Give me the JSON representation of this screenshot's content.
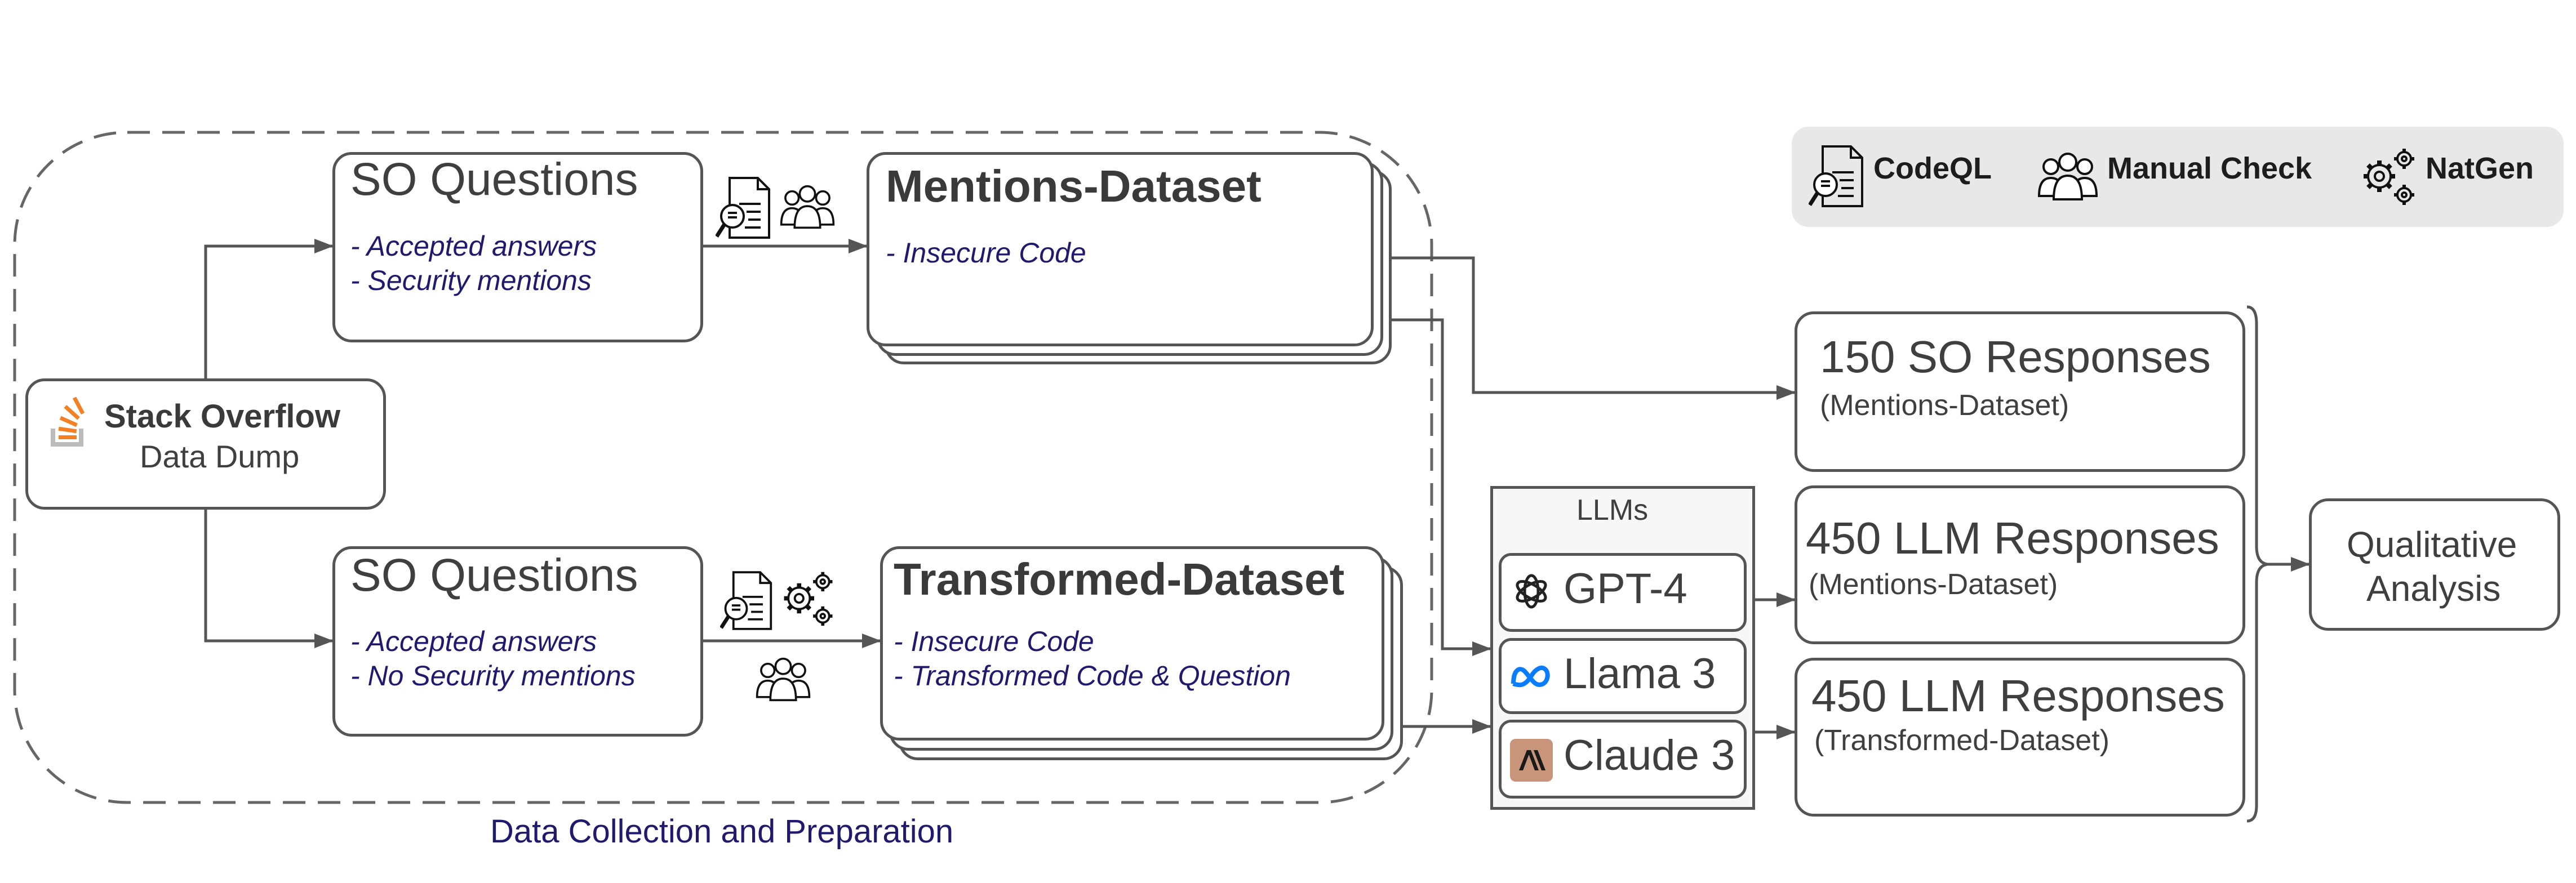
{
  "legend": {
    "codeql": "CodeQL",
    "manual_check": "Manual Check",
    "natgen": "NatGen"
  },
  "source": {
    "name": "Stack Overflow",
    "subtitle": "Data Dump"
  },
  "so_questions_top": {
    "title": "SO Questions",
    "bullets": [
      "- Accepted answers",
      "- Security mentions"
    ]
  },
  "so_questions_bottom": {
    "title": "SO Questions",
    "bullets": [
      "- Accepted answers",
      "- No Security mentions"
    ]
  },
  "mentions_dataset": {
    "title": "Mentions-Dataset",
    "bullets": [
      "- Insecure Code"
    ]
  },
  "transformed_dataset": {
    "title": "Transformed-Dataset",
    "bullets": [
      "- Insecure Code",
      "- Transformed Code & Question"
    ]
  },
  "group_label": "Data Collection and Preparation",
  "llms": {
    "title": "LLMs",
    "models": [
      {
        "name": "GPT-4",
        "icon": "openai-icon"
      },
      {
        "name": "Llama 3",
        "icon": "meta-icon"
      },
      {
        "name": "Claude 3",
        "icon": "anthropic-icon"
      }
    ]
  },
  "responses": [
    {
      "title": "150 SO Responses",
      "subtitle": "(Mentions-Dataset)"
    },
    {
      "title": "450 LLM Responses",
      "subtitle": "(Mentions-Dataset)"
    },
    {
      "title": "450 LLM Responses",
      "subtitle": "(Transformed-Dataset)"
    }
  ],
  "analysis": {
    "line1": "Qualitative",
    "line2": "Analysis"
  },
  "colors": {
    "stroke": "#555555",
    "bullet_text": "#1f1a6e",
    "legend_bg": "#e8e8e8",
    "stackoverflow_orange": "#f48024",
    "meta_blue": "#0a7cff",
    "anthropic_bg": "#c9957a"
  }
}
